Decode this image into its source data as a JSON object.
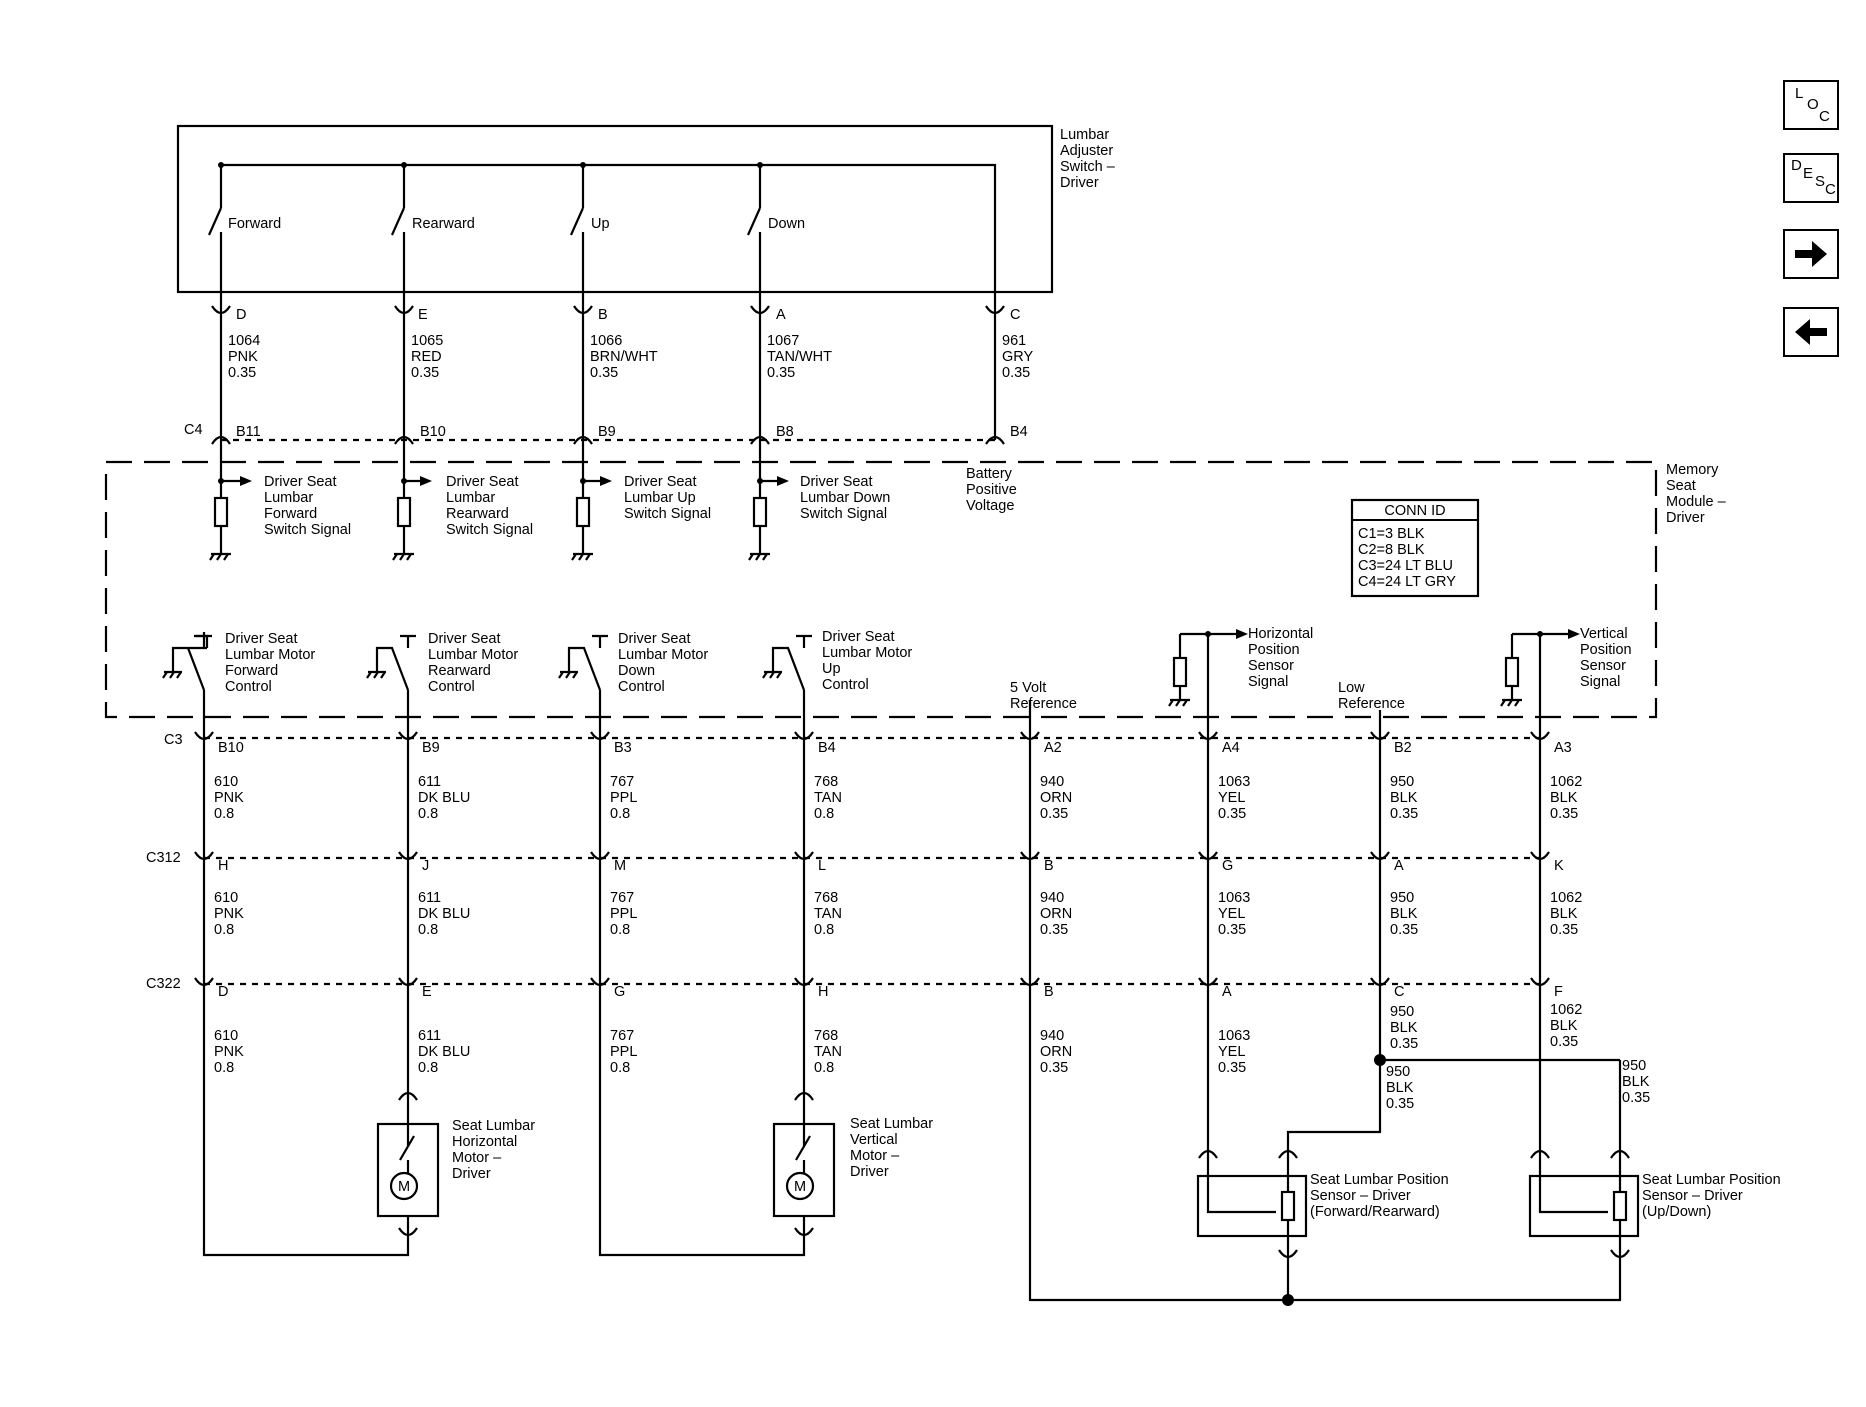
{
  "modules": {
    "switch_name": [
      "Lumbar",
      "Adjuster",
      "Switch –",
      "Driver"
    ],
    "memory_name": [
      "Memory",
      "Seat",
      "Module –",
      "Driver"
    ],
    "hmotor_name": [
      "Seat Lumbar",
      "Horizontal",
      "Motor –",
      "Driver"
    ],
    "vmotor_name": [
      "Seat Lumbar",
      "Vertical",
      "Motor –",
      "Driver"
    ],
    "sensor1_name": [
      "Seat Lumbar Position",
      "Sensor – Driver",
      "(Forward/Rearward)"
    ],
    "sensor2_name": [
      "Seat Lumbar Position",
      "Sensor – Driver",
      "(Up/Down)"
    ],
    "motor_symbol": "M"
  },
  "switches": [
    {
      "label": "Forward",
      "pin": "D",
      "wire": [
        "1064",
        "PNK",
        "0.35"
      ],
      "c4_pin": "B11",
      "signal": [
        "Driver Seat",
        "Lumbar",
        "Forward",
        "Switch Signal"
      ]
    },
    {
      "label": "Rearward",
      "pin": "E",
      "wire": [
        "1065",
        "RED",
        "0.35"
      ],
      "c4_pin": "B10",
      "signal": [
        "Driver Seat",
        "Lumbar",
        "Rearward",
        "Switch Signal"
      ]
    },
    {
      "label": "Up",
      "pin": "B",
      "wire": [
        "1066",
        "BRN/WHT",
        "0.35"
      ],
      "c4_pin": "B9",
      "signal": [
        "Driver Seat",
        "Lumbar Up",
        "Switch Signal"
      ]
    },
    {
      "label": "Down",
      "pin": "A",
      "wire": [
        "1067",
        "TAN/WHT",
        "0.35"
      ],
      "c4_pin": "B8",
      "signal": [
        "Driver Seat",
        "Lumbar Down",
        "Switch Signal"
      ]
    }
  ],
  "battery": {
    "pin": "C",
    "wire": [
      "961",
      "GRY",
      "0.35"
    ],
    "c4_pin": "B4",
    "label": [
      "Battery",
      "Positive",
      "Voltage"
    ]
  },
  "connectors": {
    "c4": "C4",
    "c3": "C3",
    "c312": "C312",
    "c322": "C322"
  },
  "conn_id": {
    "title": "CONN ID",
    "rows": [
      "C1=3 BLK",
      "C2=8 BLK",
      "C3=24 LT BLU",
      "C4=24 LT GRY"
    ]
  },
  "controls": [
    [
      "Driver Seat",
      "Lumbar Motor",
      "Forward",
      "Control"
    ],
    [
      "Driver Seat",
      "Lumbar Motor",
      "Rearward",
      "Control"
    ],
    [
      "Driver Seat",
      "Lumbar Motor",
      "Down",
      "Control"
    ],
    [
      "Driver Seat",
      "Lumbar Motor",
      "Up",
      "Control"
    ]
  ],
  "internal_labels": {
    "five_volt": [
      "5 Volt",
      "Reference"
    ],
    "low_ref": [
      "Low",
      "Reference"
    ],
    "h_signal": [
      "Horizontal",
      "Position",
      "Sensor",
      "Signal"
    ],
    "v_signal": [
      "Vertical",
      "Position",
      "Sensor",
      "Signal"
    ]
  },
  "circuits": [
    {
      "c3_pin": "B10",
      "c312_pin": "H",
      "c322_pin": "D",
      "wire_a": [
        "610",
        "PNK",
        "0.8"
      ],
      "wire_b": [
        "610",
        "PNK",
        "0.8"
      ],
      "wire_c": [
        "610",
        "PNK",
        "0.8"
      ]
    },
    {
      "c3_pin": "B9",
      "c312_pin": "J",
      "c322_pin": "E",
      "wire_a": [
        "611",
        "DK BLU",
        "0.8"
      ],
      "wire_b": [
        "611",
        "DK BLU",
        "0.8"
      ],
      "wire_c": [
        "611",
        "DK BLU",
        "0.8"
      ]
    },
    {
      "c3_pin": "B3",
      "c312_pin": "M",
      "c322_pin": "G",
      "wire_a": [
        "767",
        "PPL",
        "0.8"
      ],
      "wire_b": [
        "767",
        "PPL",
        "0.8"
      ],
      "wire_c": [
        "767",
        "PPL",
        "0.8"
      ]
    },
    {
      "c3_pin": "B4",
      "c312_pin": "L",
      "c322_pin": "H",
      "wire_a": [
        "768",
        "TAN",
        "0.8"
      ],
      "wire_b": [
        "768",
        "TAN",
        "0.8"
      ],
      "wire_c": [
        "768",
        "TAN",
        "0.8"
      ]
    },
    {
      "c3_pin": "A2",
      "c312_pin": "B",
      "c322_pin": "B",
      "wire_a": [
        "940",
        "ORN",
        "0.35"
      ],
      "wire_b": [
        "940",
        "ORN",
        "0.35"
      ],
      "wire_c": [
        "940",
        "ORN",
        "0.35"
      ]
    },
    {
      "c3_pin": "A4",
      "c312_pin": "G",
      "c322_pin": "A",
      "wire_a": [
        "1063",
        "YEL",
        "0.35"
      ],
      "wire_b": [
        "1063",
        "YEL",
        "0.35"
      ],
      "wire_c": [
        "1063",
        "YEL",
        "0.35"
      ]
    },
    {
      "c3_pin": "B2",
      "c312_pin": "A",
      "c322_pin": "C",
      "wire_a": [
        "950",
        "BLK",
        "0.35"
      ],
      "wire_b": [
        "950",
        "BLK",
        "0.35"
      ],
      "wire_c": [
        "950",
        "BLK",
        "0.35"
      ]
    },
    {
      "c3_pin": "A3",
      "c312_pin": "K",
      "c322_pin": "F",
      "wire_a": [
        "1062",
        "BLK",
        "0.35"
      ],
      "wire_b": [
        "1062",
        "BLK",
        "0.35"
      ],
      "wire_c": [
        "1062",
        "BLK",
        "0.35"
      ]
    }
  ],
  "splice_wires": {
    "to_sensor1": [
      "950",
      "BLK",
      "0.35"
    ],
    "to_sensor2": [
      "950",
      "BLK",
      "0.35"
    ]
  },
  "nav": {
    "loc": [
      "L",
      "O",
      "C"
    ],
    "desc": [
      "D",
      "E",
      "S",
      "C"
    ]
  }
}
